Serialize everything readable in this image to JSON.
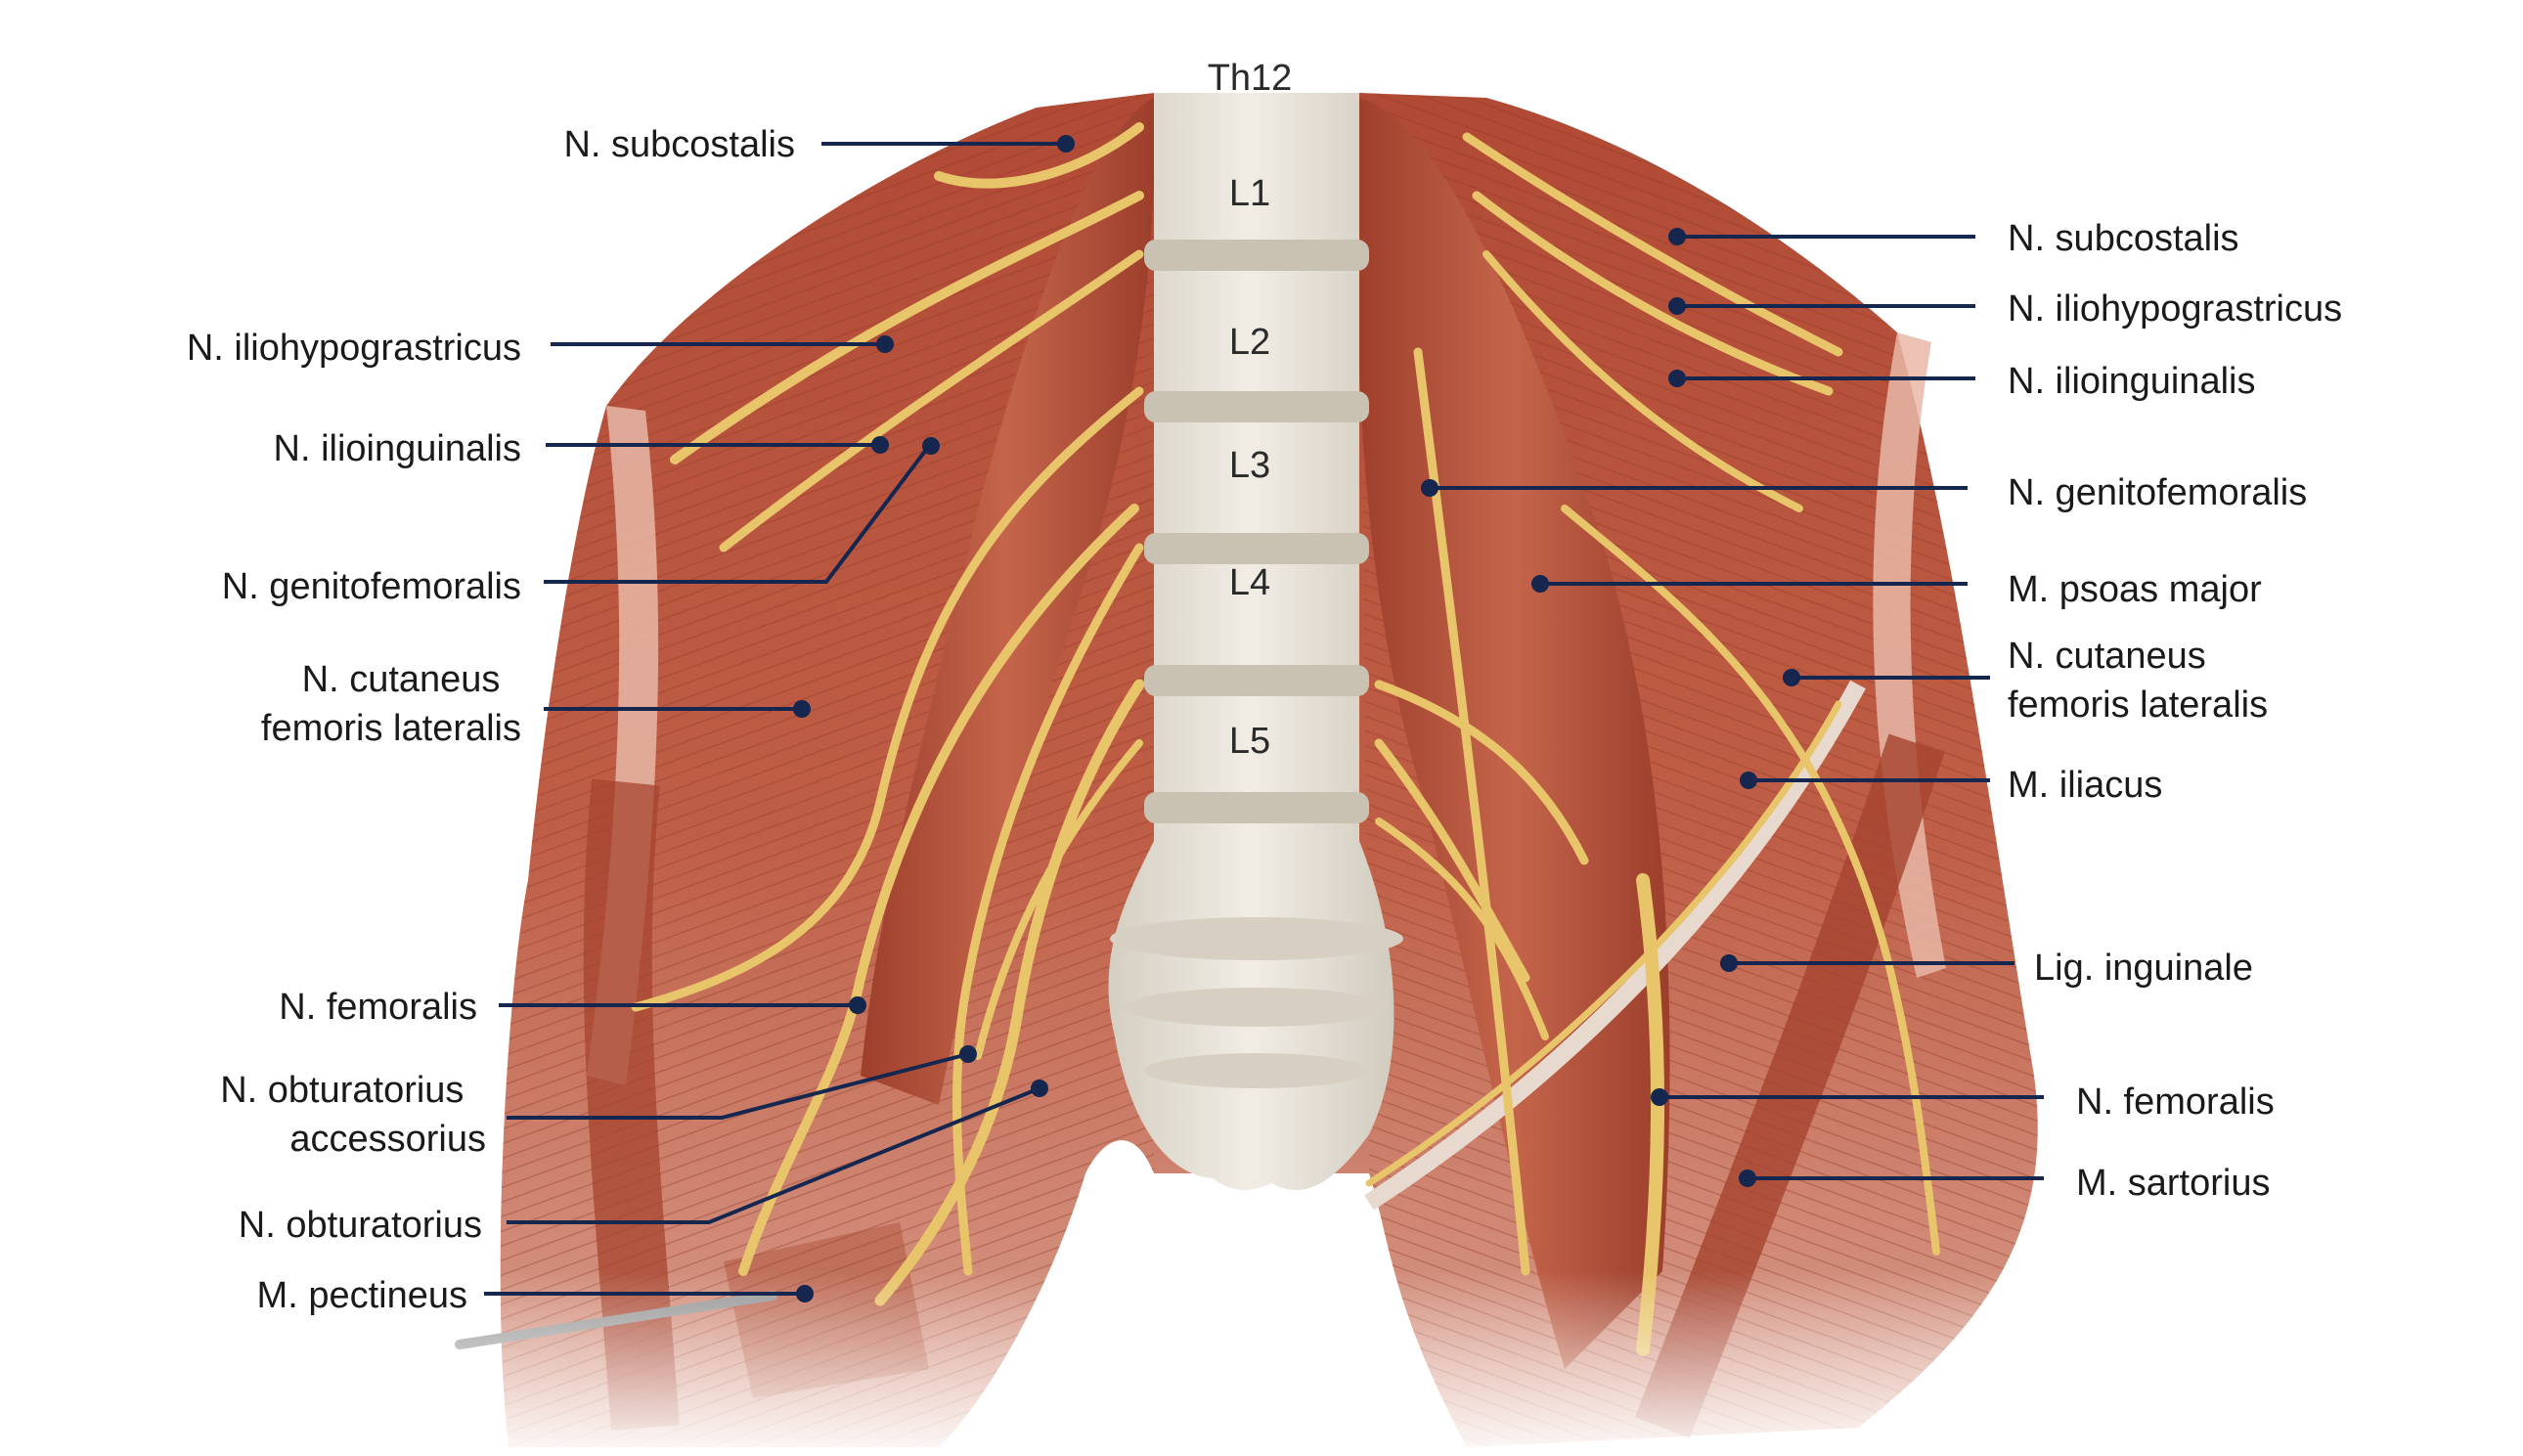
{
  "colors": {
    "muscle": "#b5553f",
    "muscle_dark": "#8e3626",
    "muscle_light": "#d88a74",
    "nerve": "#e8c46a",
    "nerve_dark": "#c79a3e",
    "bone": "#e6e1d6",
    "leader": "#15264f"
  },
  "vertebrae": [
    "Th12",
    "L1",
    "L2",
    "L3",
    "L4",
    "L5"
  ],
  "left_labels": [
    {
      "lines": [
        "N. subcostalis"
      ]
    },
    {
      "lines": [
        "N. iliohypograstricus"
      ]
    },
    {
      "lines": [
        "N. ilioinguinalis"
      ]
    },
    {
      "lines": [
        "N. genitofemoralis"
      ]
    },
    {
      "lines": [
        "N. cutaneus",
        "femoris lateralis"
      ]
    },
    {
      "lines": [
        "N. femoralis"
      ]
    },
    {
      "lines": [
        "N. obturatorius",
        "accessorius"
      ]
    },
    {
      "lines": [
        "N. obturatorius"
      ]
    },
    {
      "lines": [
        "M. pectineus"
      ]
    }
  ],
  "right_labels": [
    {
      "lines": [
        "N. subcostalis"
      ]
    },
    {
      "lines": [
        "N. iliohypograstricus"
      ]
    },
    {
      "lines": [
        "N. ilioinguinalis"
      ]
    },
    {
      "lines": [
        "N. genitofemoralis"
      ]
    },
    {
      "lines": [
        "M. psoas major"
      ]
    },
    {
      "lines": [
        "N. cutaneus",
        "femoris lateralis"
      ]
    },
    {
      "lines": [
        "M. iliacus"
      ]
    },
    {
      "lines": [
        "Lig. inguinale"
      ]
    },
    {
      "lines": [
        "N. femoralis"
      ]
    },
    {
      "lines": [
        "M. sartorius"
      ]
    }
  ]
}
